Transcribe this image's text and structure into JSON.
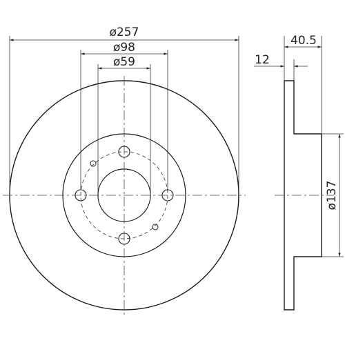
{
  "drawing": {
    "dimensions": {
      "outer_diameter": "ø257",
      "pcd_diameter": "ø98",
      "center_bore": "ø59",
      "total_height": "40.5",
      "thickness": "12",
      "hub_diameter": "ø137"
    }
  }
}
